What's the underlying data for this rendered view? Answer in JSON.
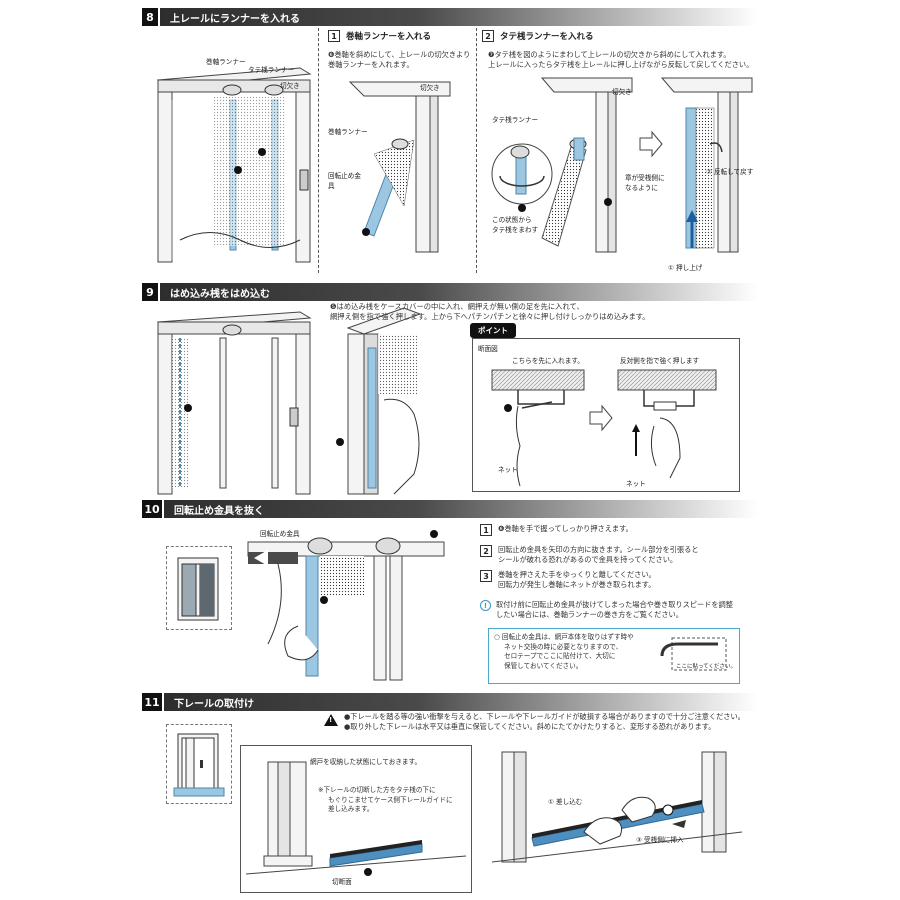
{
  "section8": {
    "num": "8",
    "title": "上レールにランナーを入れる",
    "fig_labels": {
      "winding_runner": "巻軸ランナー",
      "tate_runner": "タテ桟ランナー",
      "notch": "切欠き"
    },
    "panel1": {
      "num": "1",
      "title": "巻軸ランナーを入れる",
      "text_line1": "❻巻軸を斜めにして、上レールの切欠きより",
      "text_line2": "巻軸ランナーを入れます。",
      "labels": {
        "notch": "切欠き",
        "winding_runner": "巻軸ランナー",
        "rotation_stopper": "回転止め金具"
      }
    },
    "panel2": {
      "num": "2",
      "title": "タテ桟ランナーを入れる",
      "text_line1": "❼タテ桟を図のようにまわして上レールの切欠きから斜めにして入れます。",
      "text_line2": "上レールに入ったらタテ桟を上レールに押し上げながら反転して戻してください。",
      "labels": {
        "notch": "切欠き",
        "tate_runner": "タテ桟ランナー",
        "face_toward": "章が受桟側に",
        "face_toward2": "なるように",
        "rotate_state": "この状態から",
        "rotate_state2": "タテ桟をまわす",
        "flip_back": "② 反転して戻す",
        "push_up": "① 押し上げ"
      }
    }
  },
  "section9": {
    "num": "9",
    "title": "はめ込み桟をはめ込む",
    "text_line1": "❺はめ込み桟をケースカバーの中に入れ、網押えが無い側の足を先に入れて、",
    "text_line2": "網押え側を指で強く押します。上から下へパチンパチンと徐々に押し付けしっかりはめ込みます。",
    "point": "ポイント",
    "section_view": "断面図",
    "insert_first": "こちらを先に入れます。",
    "press_opposite": "反対側を指で強く押します",
    "net": "ネット"
  },
  "section10": {
    "num": "10",
    "title": "回転止め金具を抜く",
    "fig_label": "回転止め金具",
    "steps": [
      {
        "num": "1",
        "text1": "❻巻軸を手で握ってしっかり押さえます。",
        "text2": ""
      },
      {
        "num": "2",
        "text1": "回転止め金具を矢印の方向に抜きます。シール部分を引張ると",
        "text2": "シールが破れる恐れがあるので金具を持ってください。"
      },
      {
        "num": "3",
        "text1": "巻軸を押さえた手をゆっくりと離してください。",
        "text2": "回転力が発生し巻軸にネットが巻き取られます。"
      }
    ],
    "notice1": "取付け前に回転止め金具が抜けてしまった場合や巻き取りスピードを調整",
    "notice2": "したい場合には、巻軸ランナーの巻き方をご覧ください。",
    "keep1": "○ 回転止め金具は、網戸本体を取りはずす時や",
    "keep2": "ネット交換の時に必要となりますので、",
    "keep3": "セロテープでここに貼付けて、大切に",
    "keep4": "保管しておいてください。",
    "tape_here": "ここに貼ってください。"
  },
  "section11": {
    "num": "11",
    "title": "下レールの取付け",
    "warn1": "●下レールを踏る等の強い衝撃を与えると、下レールや下レールガイドが破損する場合がありますので十分ご注意ください。",
    "warn2": "●取り外した下レールは水平又は垂直に保管してください。斜めにたてかけたりすると、変形する恐れがあります。",
    "stored": "網戸を収納した状態にしておきます。",
    "note1": "※下レールの切断した方をタテ桟の下に",
    "note2": "もぐりこませてケース側下レールガイドに",
    "note3": "差し込みます。",
    "cut_face": "切断面",
    "insert": "① 差し込む",
    "insert_receiver": "③ 受桟側に挿入"
  }
}
